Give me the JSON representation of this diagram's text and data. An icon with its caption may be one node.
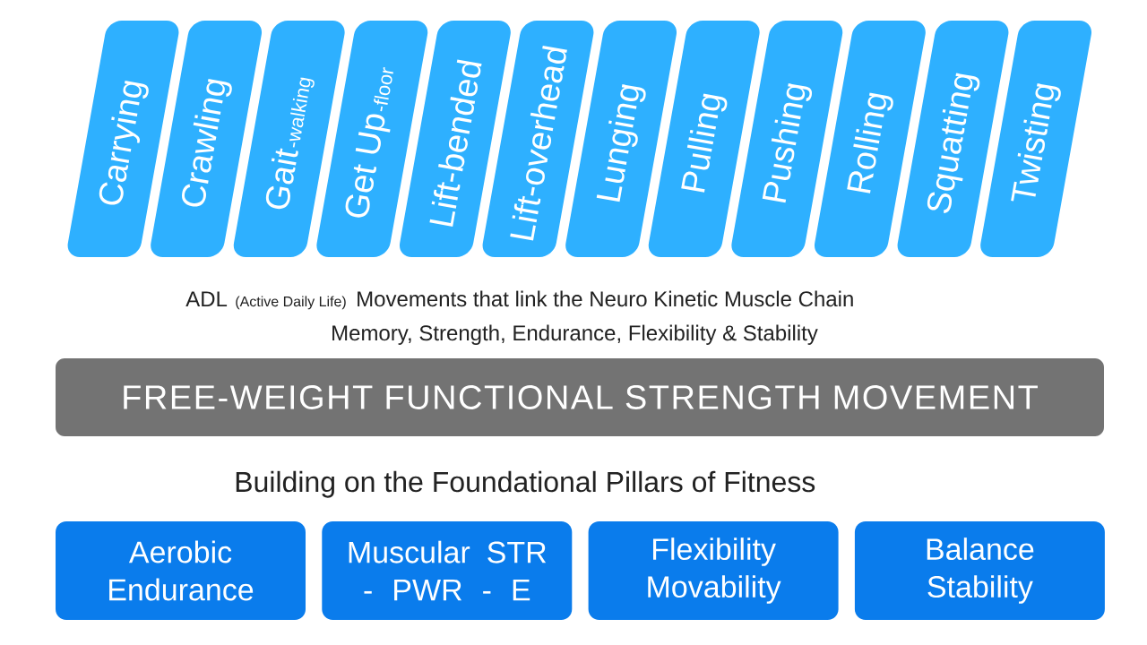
{
  "diagram": {
    "nodes": [
      {
        "text": [
          "Carrying"
        ]
      },
      {
        "text": [
          "Crawling"
        ]
      },
      {
        "text": [
          "Gait",
          "-walking"
        ]
      },
      {
        "text": [
          "Get Up",
          "-floor"
        ]
      },
      {
        "text": [
          "Lift-bended"
        ]
      },
      {
        "text": [
          "Lift-overhead"
        ]
      },
      {
        "text": [
          "Lunging"
        ]
      },
      {
        "text": [
          "Pulling"
        ]
      },
      {
        "text": [
          "Pushing"
        ]
      },
      {
        "text": [
          "Rolling"
        ]
      },
      {
        "text": [
          "Squatting"
        ]
      },
      {
        "text": [
          "Twisting"
        ]
      },
      {
        "text": [
          "FREE-WEIGHT FUNCTIONAL STRENGTH MOVEMENT"
        ]
      },
      {
        "text": [
          "Aerobic Endurance"
        ]
      },
      {
        "text": [
          "Muscular STR - PWR - E"
        ]
      },
      {
        "text": [
          "Flexibility Movability"
        ]
      },
      {
        "text": [
          "Balance Stability"
        ]
      }
    ],
    "labels": [
      "ADL",
      "(Active Daily Life)",
      "Movements that link the Neuro Kinetic Muscle Chain",
      "Memory, Strength, Endurance, Flexibility & Stability",
      "Building on the Foundational Pillars of Fitness"
    ]
  }
}
